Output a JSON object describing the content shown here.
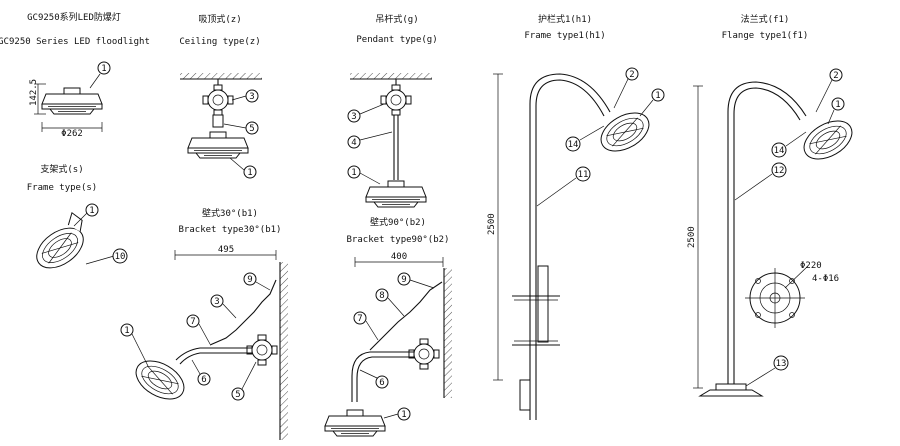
{
  "views": {
    "series": {
      "title_cn": "GC9250系列LED防爆灯",
      "title_en": "GC9250 Series LED floodlight",
      "dim_height": "142.5",
      "dim_width": "Φ262"
    },
    "ceiling": {
      "title_cn": "吸顶式(z)",
      "title_en": "Ceiling type(z)"
    },
    "pendant": {
      "title_cn": "吊杆式(g)",
      "title_en": "Pendant type(g)"
    },
    "frame_h": {
      "title_cn": "护栏式1(h1)",
      "title_en": "Frame type1(h1)",
      "dim": "2500"
    },
    "flange": {
      "title_cn": "法兰式(f1)",
      "title_en": "Flange type1(f1)",
      "dim": "2500",
      "dia1": "Φ220",
      "dia2": "4-Φ16"
    },
    "frame_s": {
      "title_cn": "支架式(s)",
      "title_en": "Frame type(s)"
    },
    "bracket30": {
      "title_cn": "壁式30°(b1)",
      "title_en": "Bracket type30°(b1)",
      "dim": "495"
    },
    "bracket90": {
      "title_cn": "壁式90°(b2)",
      "title_en": "Bracket type90°(b2)",
      "dim": "400"
    }
  },
  "callouts": [
    "1",
    "2",
    "3",
    "4",
    "5",
    "6",
    "7",
    "8",
    "9",
    "10",
    "11",
    "12",
    "13",
    "14"
  ]
}
